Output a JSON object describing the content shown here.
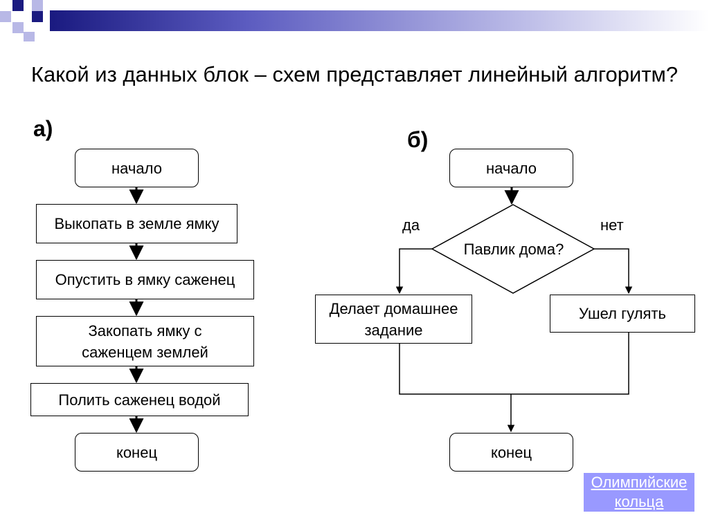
{
  "slide": {
    "title": "Какой из данных блок – схем представляет линейный алгоритм?"
  },
  "diagram_a": {
    "label": "а)",
    "start": "начало",
    "steps": [
      "Выкопать в земле ямку",
      "Опустить в ямку саженец",
      "Закопать ямку с саженцем землей",
      "Полить саженец водой"
    ],
    "end": "конец"
  },
  "diagram_b": {
    "label": "б)",
    "start": "начало",
    "condition": "Павлик дома?",
    "yes_label": "да",
    "no_label": "нет",
    "yes_branch": "Делает домашнее задание",
    "no_branch": "Ушел гулять",
    "end": "конец"
  },
  "link": {
    "text": "Олимпийские кольца",
    "color": "#9999ff"
  },
  "colors": {
    "header_dark": "#1a1a80",
    "header_mid": "#5c5cc0",
    "deco_light": "#b8b8e6"
  }
}
